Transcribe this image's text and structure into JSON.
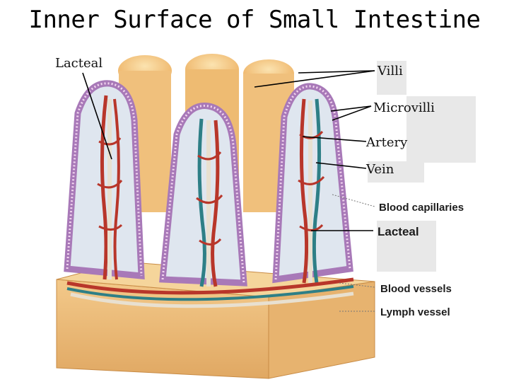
{
  "title": "Inner Surface of Small Intestine",
  "labels": {
    "lacteal_left": "Lacteal",
    "villi": "Villi",
    "microvilli": "Microvilli",
    "artery": "Artery",
    "vein": "Vein",
    "blood_capillaries": "Blood capillaries",
    "lacteal_right": "Lacteal",
    "blood_vessels": "Blood vessels",
    "lymph_vessel": "Lymph vessel"
  },
  "colors": {
    "tissue": "#f1bd6e",
    "tissue_light": "#f8d79a",
    "tissue_dark": "#d9924a",
    "epithelium": "#a879b8",
    "artery": "#b8362a",
    "vein": "#2e7f86",
    "lacteal": "#e8e0d0",
    "placeholder": "#e8e8e8"
  }
}
